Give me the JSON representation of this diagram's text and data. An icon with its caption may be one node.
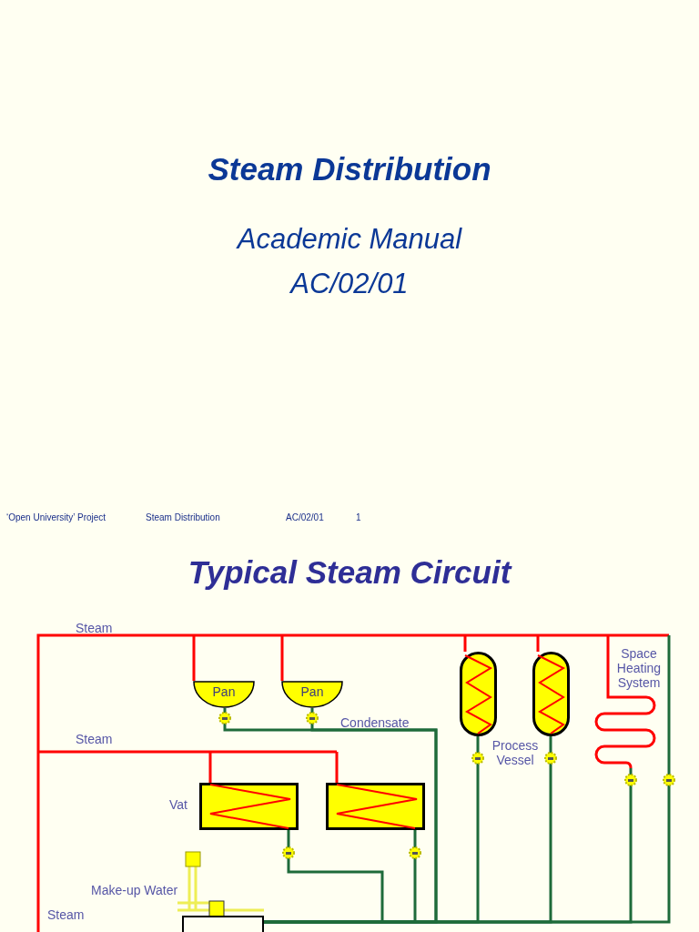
{
  "diagram": {
    "title": "Typical Steam Circuit",
    "nodes": [
      {
        "text": [
          "Pan"
        ]
      },
      {
        "text": [
          "Pan"
        ]
      },
      {
        "text": [],
        "shape": "box",
        "beside": [
          "Vat"
        ]
      },
      {
        "text": [],
        "shape": "box"
      },
      {
        "text": [],
        "shape": "cylinder"
      },
      {
        "text": [],
        "shape": "cylinder"
      },
      {
        "text": [],
        "shape": "coil",
        "beside": [
          "Space Heating System"
        ]
      },
      {
        "text": [],
        "shape": "tank"
      }
    ],
    "edges": [
      {
        "from": null,
        "to": 0,
        "arrow": "none",
        "color": "#ff0000"
      },
      {
        "from": null,
        "to": 1,
        "arrow": "none",
        "color": "#ff0000"
      },
      {
        "from": null,
        "to": 2,
        "arrow": "none",
        "color": "#ff0000"
      },
      {
        "from": null,
        "to": 3,
        "arrow": "none",
        "color": "#ff0000"
      },
      {
        "from": null,
        "to": 4,
        "arrow": "none",
        "color": "#ff0000"
      },
      {
        "from": null,
        "to": 5,
        "arrow": "none",
        "color": "#ff0000"
      },
      {
        "from": null,
        "to": 6,
        "arrow": "none",
        "color": "#ff0000"
      },
      {
        "from": 0,
        "to": 7,
        "arrow": "none",
        "color": "#1e6b3a"
      },
      {
        "from": 1,
        "to": 7,
        "arrow": "none",
        "color": "#1e6b3a"
      },
      {
        "from": 2,
        "to": 7,
        "arrow": "none",
        "color": "#1e6b3a"
      },
      {
        "from": 3,
        "to": 7,
        "arrow": "none",
        "color": "#1e6b3a"
      },
      {
        "from": 4,
        "to": 7,
        "arrow": "none",
        "color": "#1e6b3a"
      },
      {
        "from": 5,
        "to": 7,
        "arrow": "none",
        "color": "#1e6b3a"
      },
      {
        "from": 6,
        "to": 7,
        "arrow": "none",
        "color": "#1e6b3a"
      },
      {
        "from": null,
        "to": 7,
        "arrow": "none",
        "color": "#1e6b3a"
      }
    ],
    "labels": [
      "Steam Distribution",
      "Academic Manual",
      "AC/02/01",
      "‘Open University’ Project",
      "Steam Distribution",
      "AC/02/01",
      "1",
      "Steam",
      "Condensate",
      "Steam",
      "Process Vessel",
      "Make-up Water",
      "Steam"
    ]
  }
}
